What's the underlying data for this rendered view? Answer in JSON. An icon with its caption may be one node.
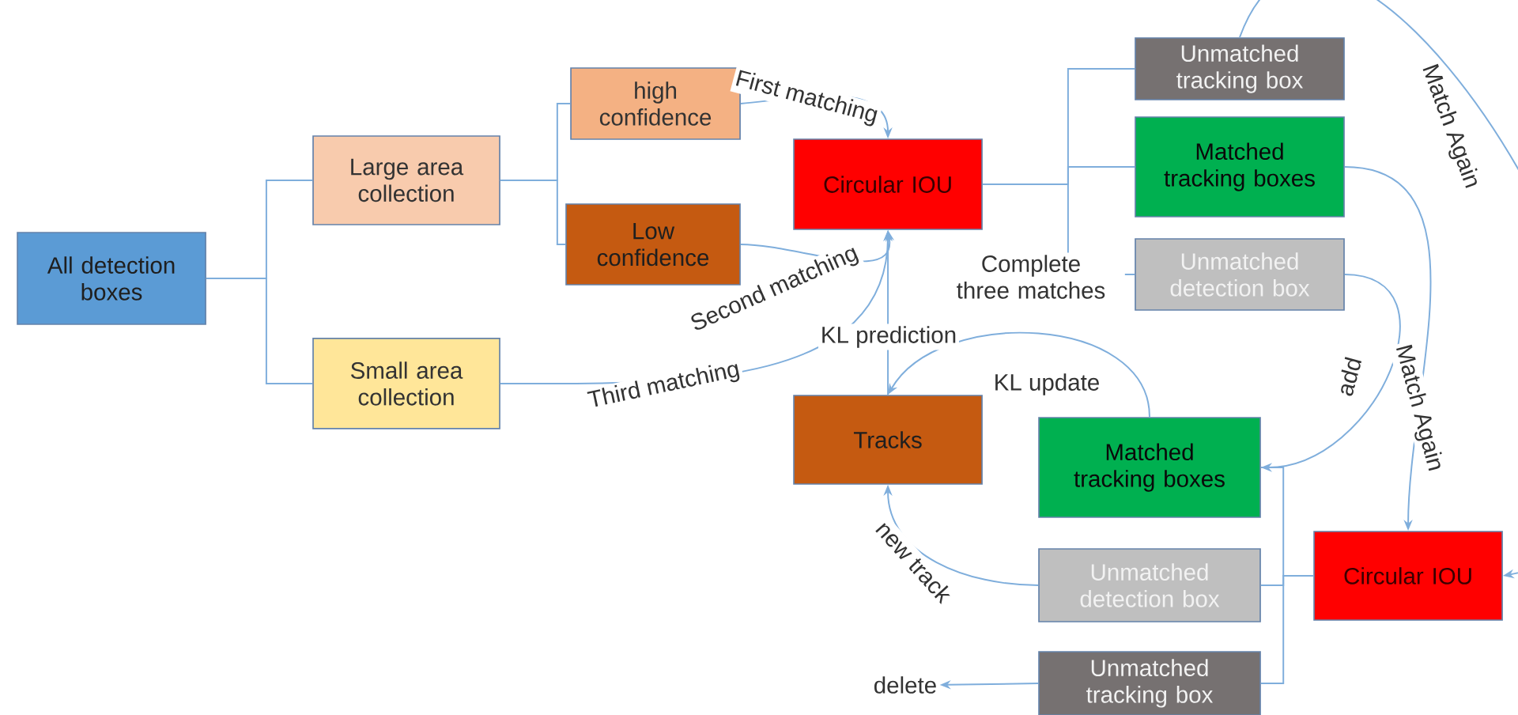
{
  "diagram": {
    "nodes": [
      {
        "text": [
          "All detection boxes"
        ]
      },
      {
        "text": [
          "Large area collection"
        ]
      },
      {
        "text": [
          "Small area collection"
        ]
      },
      {
        "text": [
          "high confidence"
        ]
      },
      {
        "text": [
          "Low confidence"
        ]
      },
      {
        "text": [
          "Circular IOU"
        ]
      },
      {
        "text": [
          "Unmatched tracking box"
        ]
      },
      {
        "text": [
          "Matched tracking boxes"
        ]
      },
      {
        "text": [
          "Unmatched detection box"
        ]
      },
      {
        "text": [
          "Tracks"
        ]
      },
      {
        "text": [
          "Matched tracking boxes"
        ]
      },
      {
        "text": [
          "Unmatched detection box"
        ]
      },
      {
        "text": [
          "Unmatched tracking box"
        ]
      },
      {
        "text": [
          "Circular IOU"
        ]
      },
      {
        "text": [
          "delete"
        ]
      }
    ],
    "edges": [
      {
        "from": 0,
        "to": 1,
        "arrow": "none"
      },
      {
        "from": 0,
        "to": 2,
        "arrow": "none"
      },
      {
        "from": 1,
        "to": 3,
        "arrow": "none"
      },
      {
        "from": 1,
        "to": 4,
        "arrow": "none"
      },
      {
        "from": 3,
        "to": 5,
        "arrow": "to",
        "label": "First matching"
      },
      {
        "from": 4,
        "to": 5,
        "arrow": "to",
        "label": "Second matching"
      },
      {
        "from": 2,
        "to": 5,
        "arrow": "to",
        "label": "Third matching"
      },
      {
        "from": 9,
        "to": 5,
        "arrow": "to",
        "label": "KL prediction"
      },
      {
        "from": 5,
        "to": 6,
        "arrow": "none"
      },
      {
        "from": 5,
        "to": 7,
        "arrow": "none"
      },
      {
        "from": 5,
        "to": 8,
        "arrow": "none"
      },
      {
        "from": 6,
        "to": 13,
        "arrow": "to",
        "label": "Match Again"
      },
      {
        "from": 7,
        "to": 13,
        "arrow": "to",
        "label": "Match Again"
      },
      {
        "from": 8,
        "to": 10,
        "arrow": "to",
        "label": "add"
      },
      {
        "from": 13,
        "to": 10,
        "arrow": "none"
      },
      {
        "from": 13,
        "to": 11,
        "arrow": "none"
      },
      {
        "from": 13,
        "to": 12,
        "arrow": "none"
      },
      {
        "from": 10,
        "to": 9,
        "arrow": "to",
        "label": "KL update"
      },
      {
        "from": 11,
        "to": 9,
        "arrow": "to",
        "label": "new track"
      },
      {
        "from": 12,
        "to": 14,
        "arrow": "to"
      }
    ],
    "labels": [
      "Complete three matches"
    ]
  }
}
